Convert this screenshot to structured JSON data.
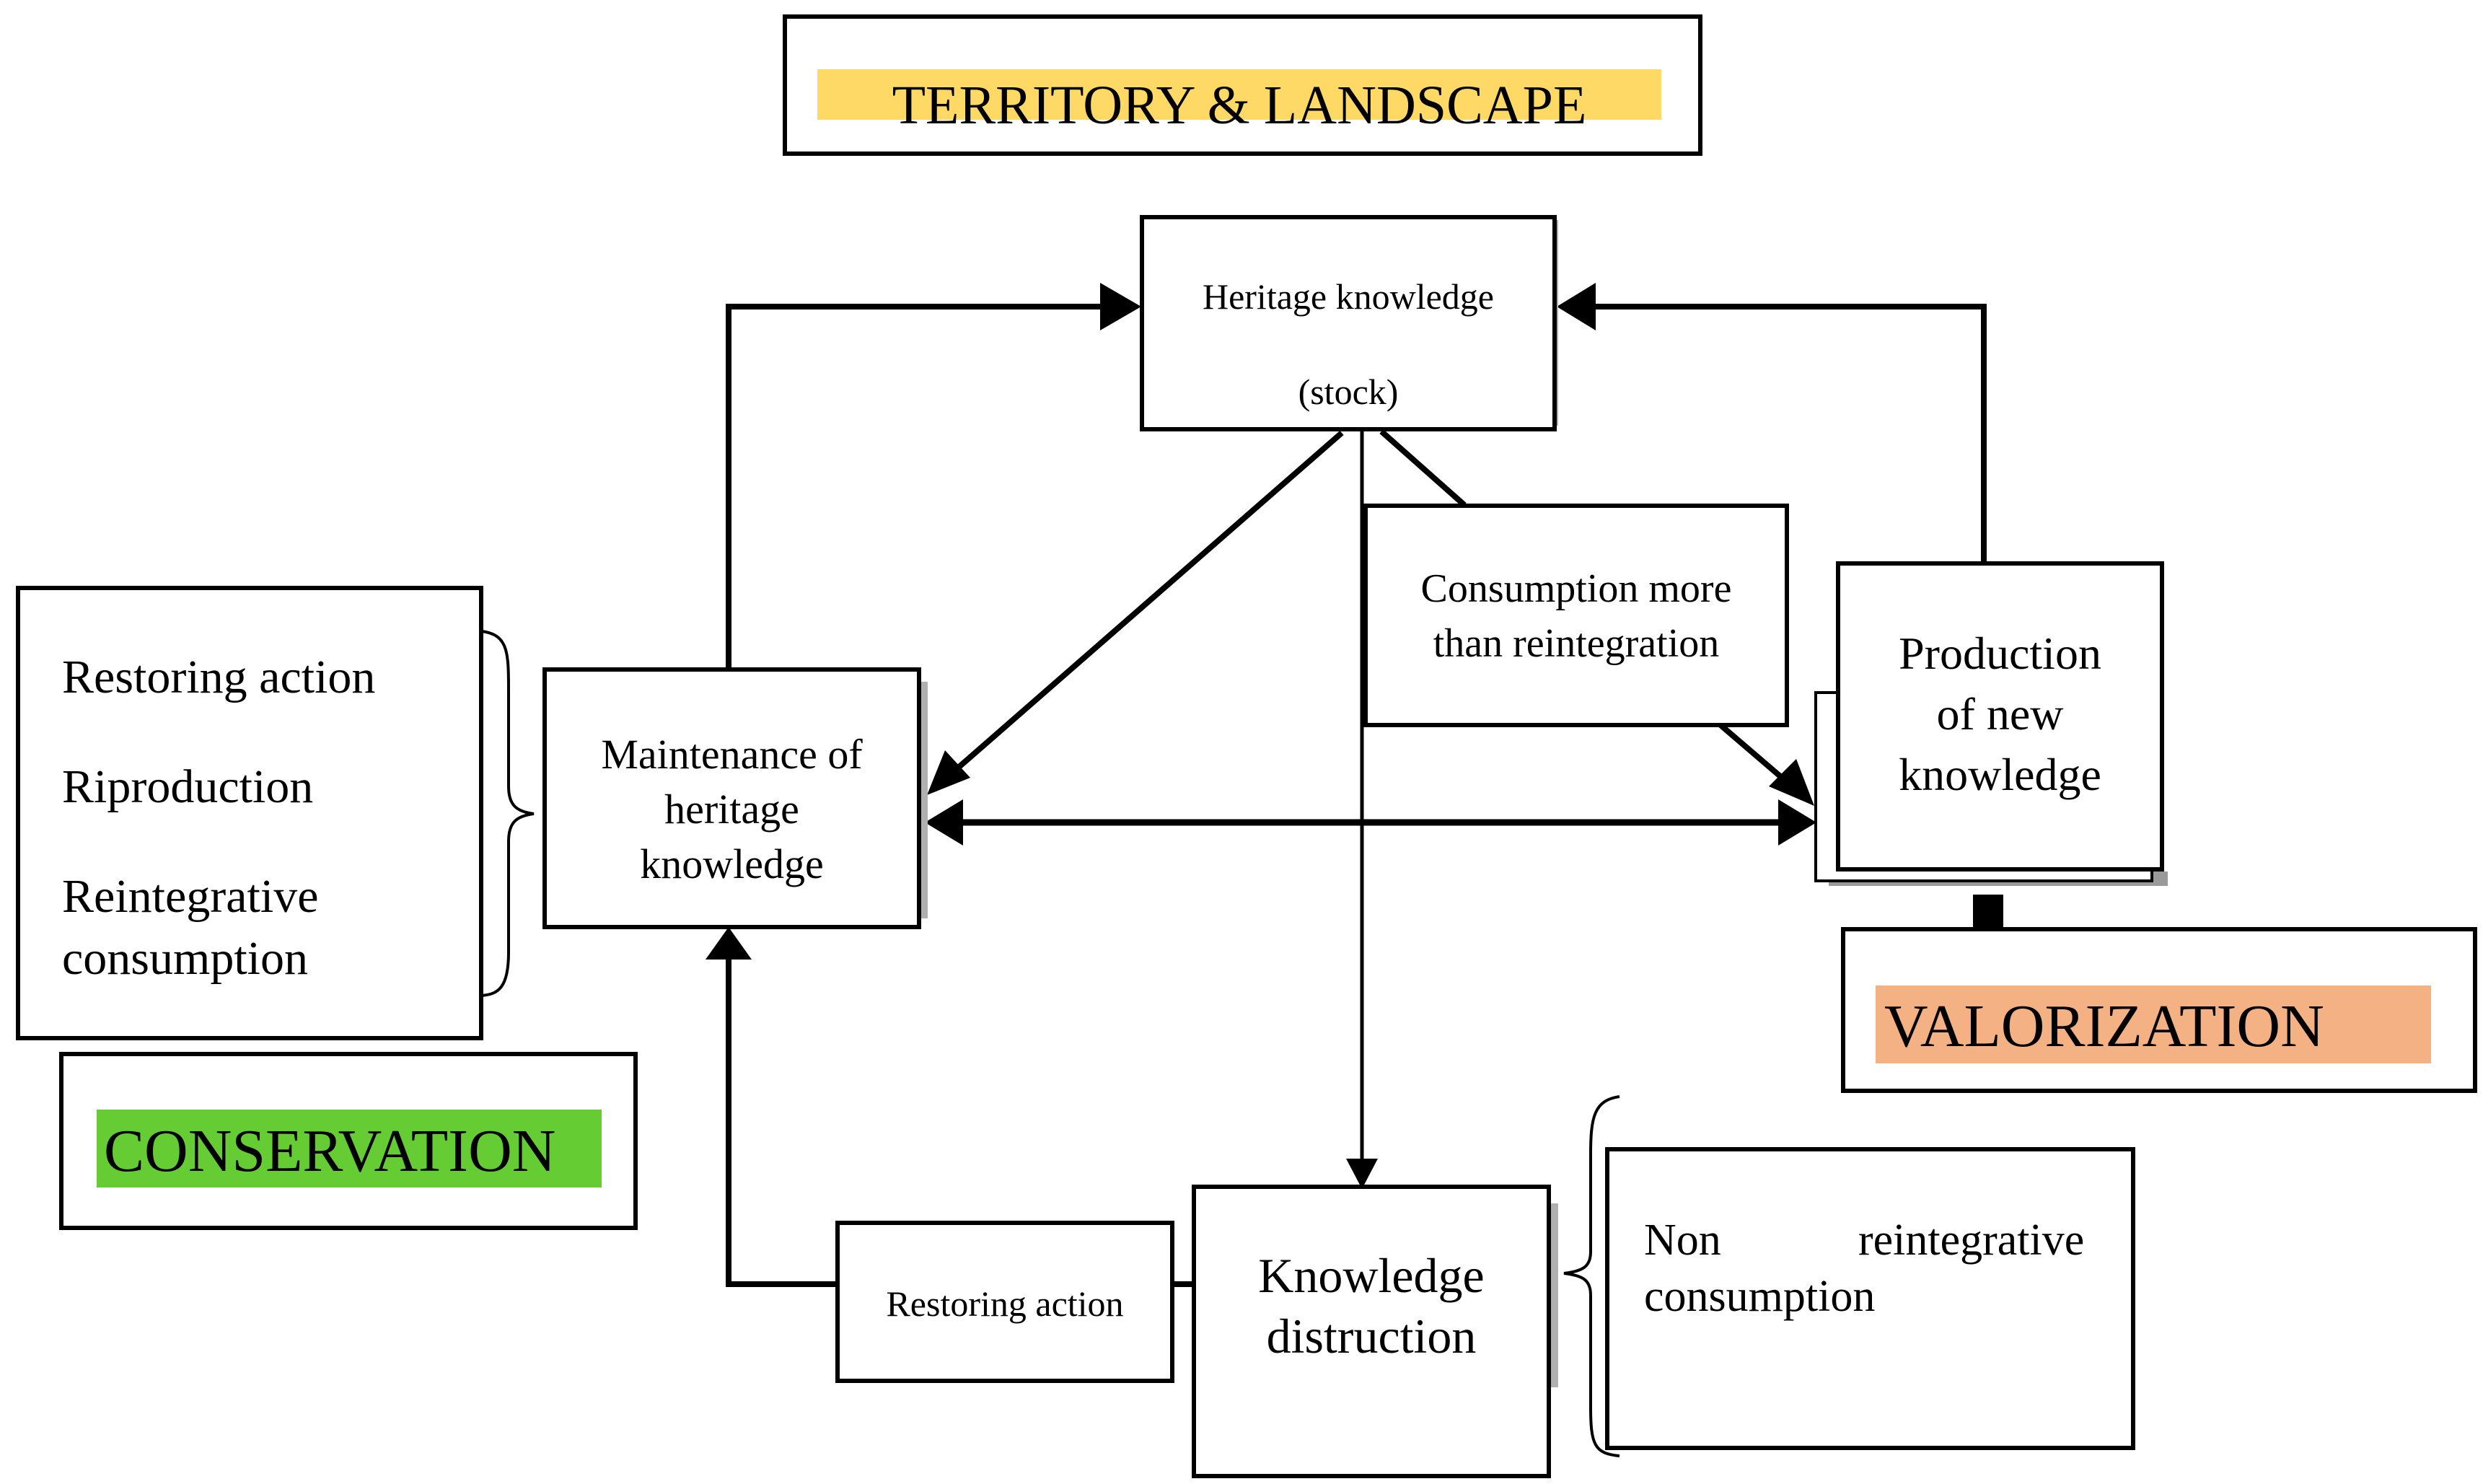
{
  "title_label": "TERRITORY & LANDSCAPE",
  "nodes": {
    "heritage": {
      "line1": "Heritage knowledge",
      "line2": "(stock)"
    },
    "consumption": {
      "line1": "Consumption more",
      "line2": "than reintegration"
    },
    "production": {
      "line1": "Production",
      "line2": "of new",
      "line3": "knowledge"
    },
    "maintenance": {
      "line1": "Maintenance of",
      "line2": "heritage",
      "line3": "knowledge"
    },
    "restoring_small": {
      "label": "Restoring action"
    },
    "destruction": {
      "line1": "Knowledge",
      "line2": "distruction"
    },
    "conservation_list": {
      "item1": "Restoring action",
      "item2": "Riproduction",
      "item3a": "Reintegrative",
      "item3b": "consumption"
    },
    "non_reintegrative": {
      "word1": "Non",
      "word2": "reintegrative",
      "line2": "consumption"
    }
  },
  "labels": {
    "conservation": "CONSERVATION",
    "valorization": "VALORIZATION"
  },
  "colors": {
    "territory_highlight": "#FFD966",
    "conservation_highlight": "#66CC33",
    "valorization_highlight": "#F4B183"
  }
}
